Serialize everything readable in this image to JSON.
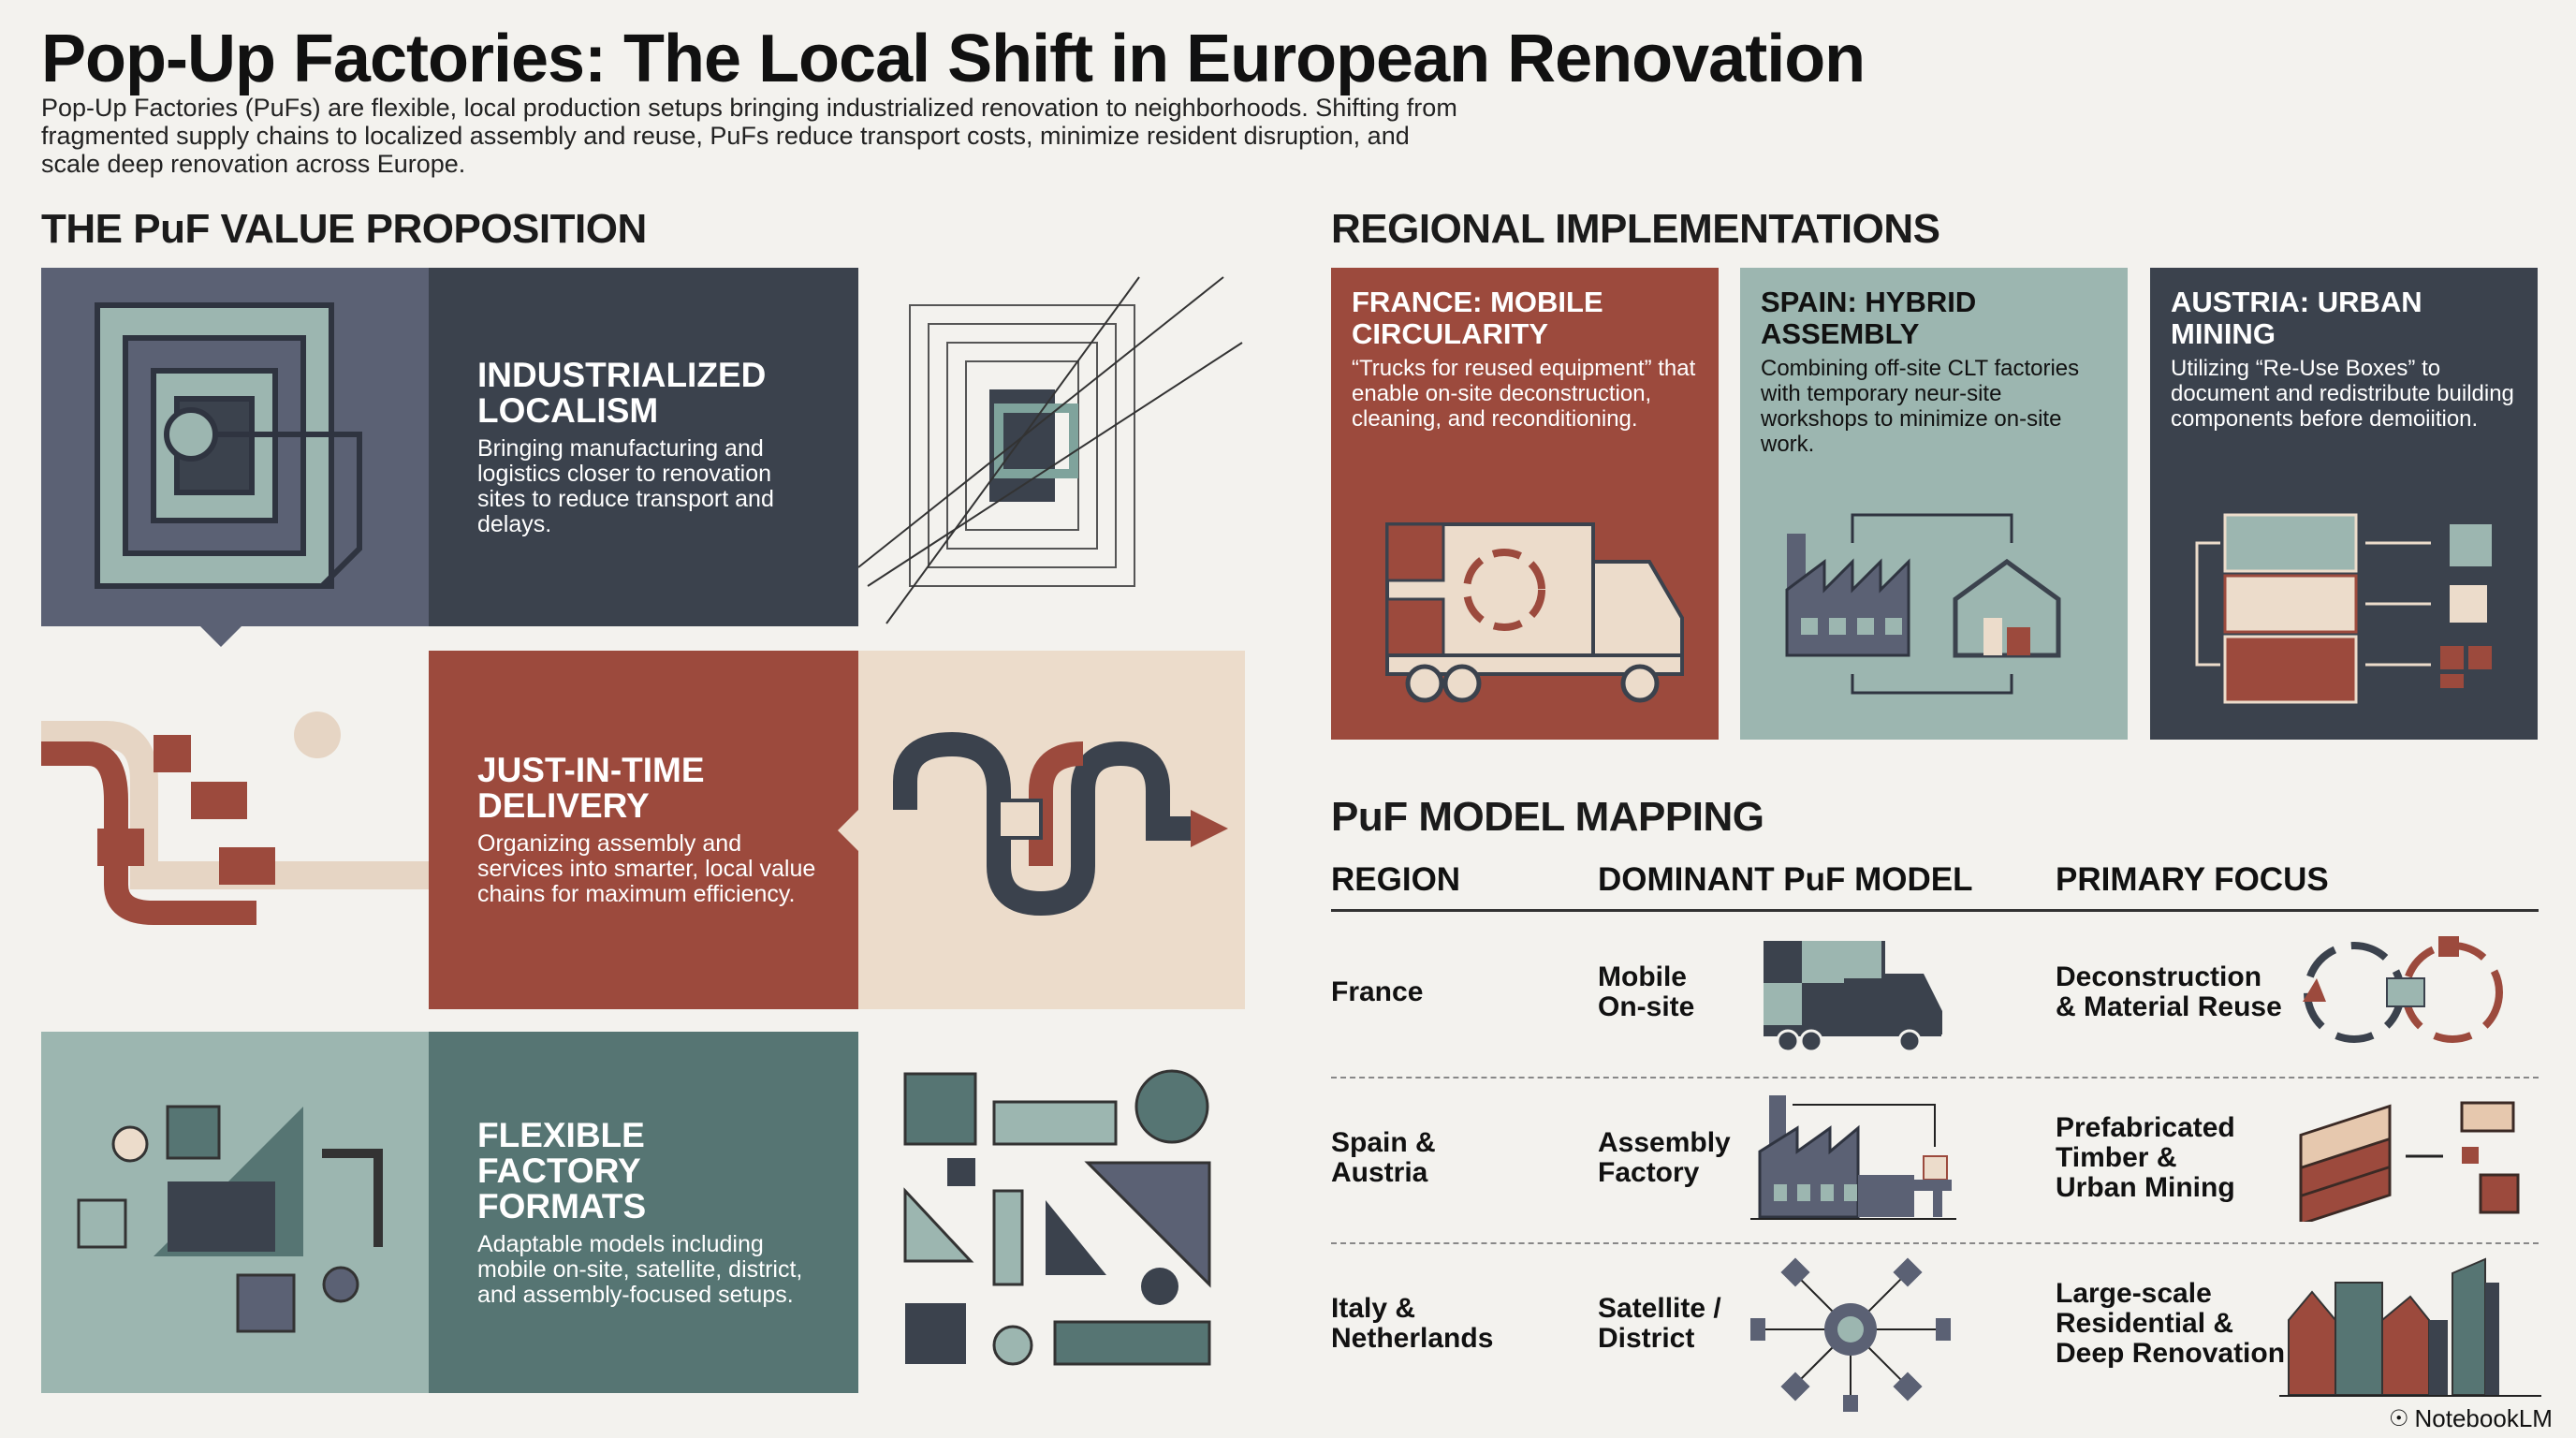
{
  "title": "Pop-Up Factories: The Local Shift in European Renovation",
  "subtitle": "Pop-Up Factories (PuFs) are flexible, local production setups bringing industrialized renovation to neighborhoods. Shifting from fragmented supply chains to localized assembly and reuse, PuFs reduce transport costs, minimize resident disruption, and scale deep renovation across Europe.",
  "value_proposition": {
    "heading": "THE PuF VALUE PROPOSITION",
    "items": [
      {
        "title": "INDUSTRIALIZED LOCALISM",
        "text": "Bringing manufacturing and logistics closer to renovation sites to reduce transport and delays."
      },
      {
        "title": "JUST-IN-TIME DELIVERY",
        "text": "Organizing assembly and services into smarter, local value chains for maximum efficiency."
      },
      {
        "title": "FLEXIBLE FACTORY FORMATS",
        "text": "Adaptable models including mobile on-site, satellite, district, and assembly-focused setups."
      }
    ]
  },
  "regional": {
    "heading": "REGIONAL IMPLEMENTATIONS",
    "cards": [
      {
        "title": "FRANCE: MOBILE CIRCULARITY",
        "text": "“Trucks for reused equipment” that enable on-site deconstruction, cleaning, and reconditioning."
      },
      {
        "title": "SPAIN: HYBRID ASSEMBLY",
        "text": "Combining off-site CLT factories with temporary neur-site workshops to minimize on-site work."
      },
      {
        "title": "AUSTRIA: URBAN MINING",
        "text": "Utilizing “Re-Use Boxes” to document and redistribute building components before demoiition."
      }
    ]
  },
  "mapping": {
    "heading": "PuF MODEL MAPPING",
    "columns": [
      "REGION",
      "DOMINANT PuF MODEL",
      "PRIMARY FOCUS"
    ],
    "rows": [
      {
        "region": "France",
        "model": "Mobile On-site",
        "focus": "Deconstruction & Material Reuse",
        "model_icon": "truck-icon",
        "focus_icon": "recycle-icon"
      },
      {
        "region": "Spain & Austria",
        "model": "Assembly Factory",
        "focus": "Prefabricated Timber & Urban Mining",
        "model_icon": "factory-icon",
        "focus_icon": "timber-icon"
      },
      {
        "region": "Italy & Netherlands",
        "model": "Satellite / District",
        "focus": "Large-scale Residential & Deep Renovation",
        "model_icon": "network-icon",
        "focus_icon": "buildings-icon"
      }
    ]
  },
  "branding": "NotebookLM",
  "colors": {
    "slate": "#3b424d",
    "red": "#9c4a3d",
    "teal": "#567573",
    "light_teal": "#9cb6b0",
    "beige": "#ecdccb",
    "background": "#f3f2ee"
  }
}
